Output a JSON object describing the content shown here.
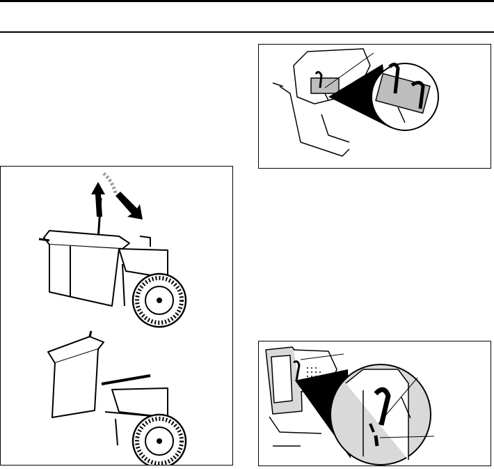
{
  "page": {
    "header_rule": "present",
    "figures": [
      {
        "id": "lift-bagger",
        "icons": [
          "arrow-up-icon",
          "arrow-down-right-icon",
          "tractor-icon",
          "wheel-icon"
        ]
      },
      {
        "id": "bag-hooks",
        "icons": [
          "hook-icon",
          "magnifier-callout-icon"
        ]
      },
      {
        "id": "door-latch",
        "icons": [
          "latch-icon",
          "magnifier-callout-icon"
        ]
      }
    ]
  },
  "colors": {
    "ink": "#000000",
    "paper": "#ffffff",
    "shade": "#bdbdbd",
    "shade_dark": "#8a8a8a"
  }
}
